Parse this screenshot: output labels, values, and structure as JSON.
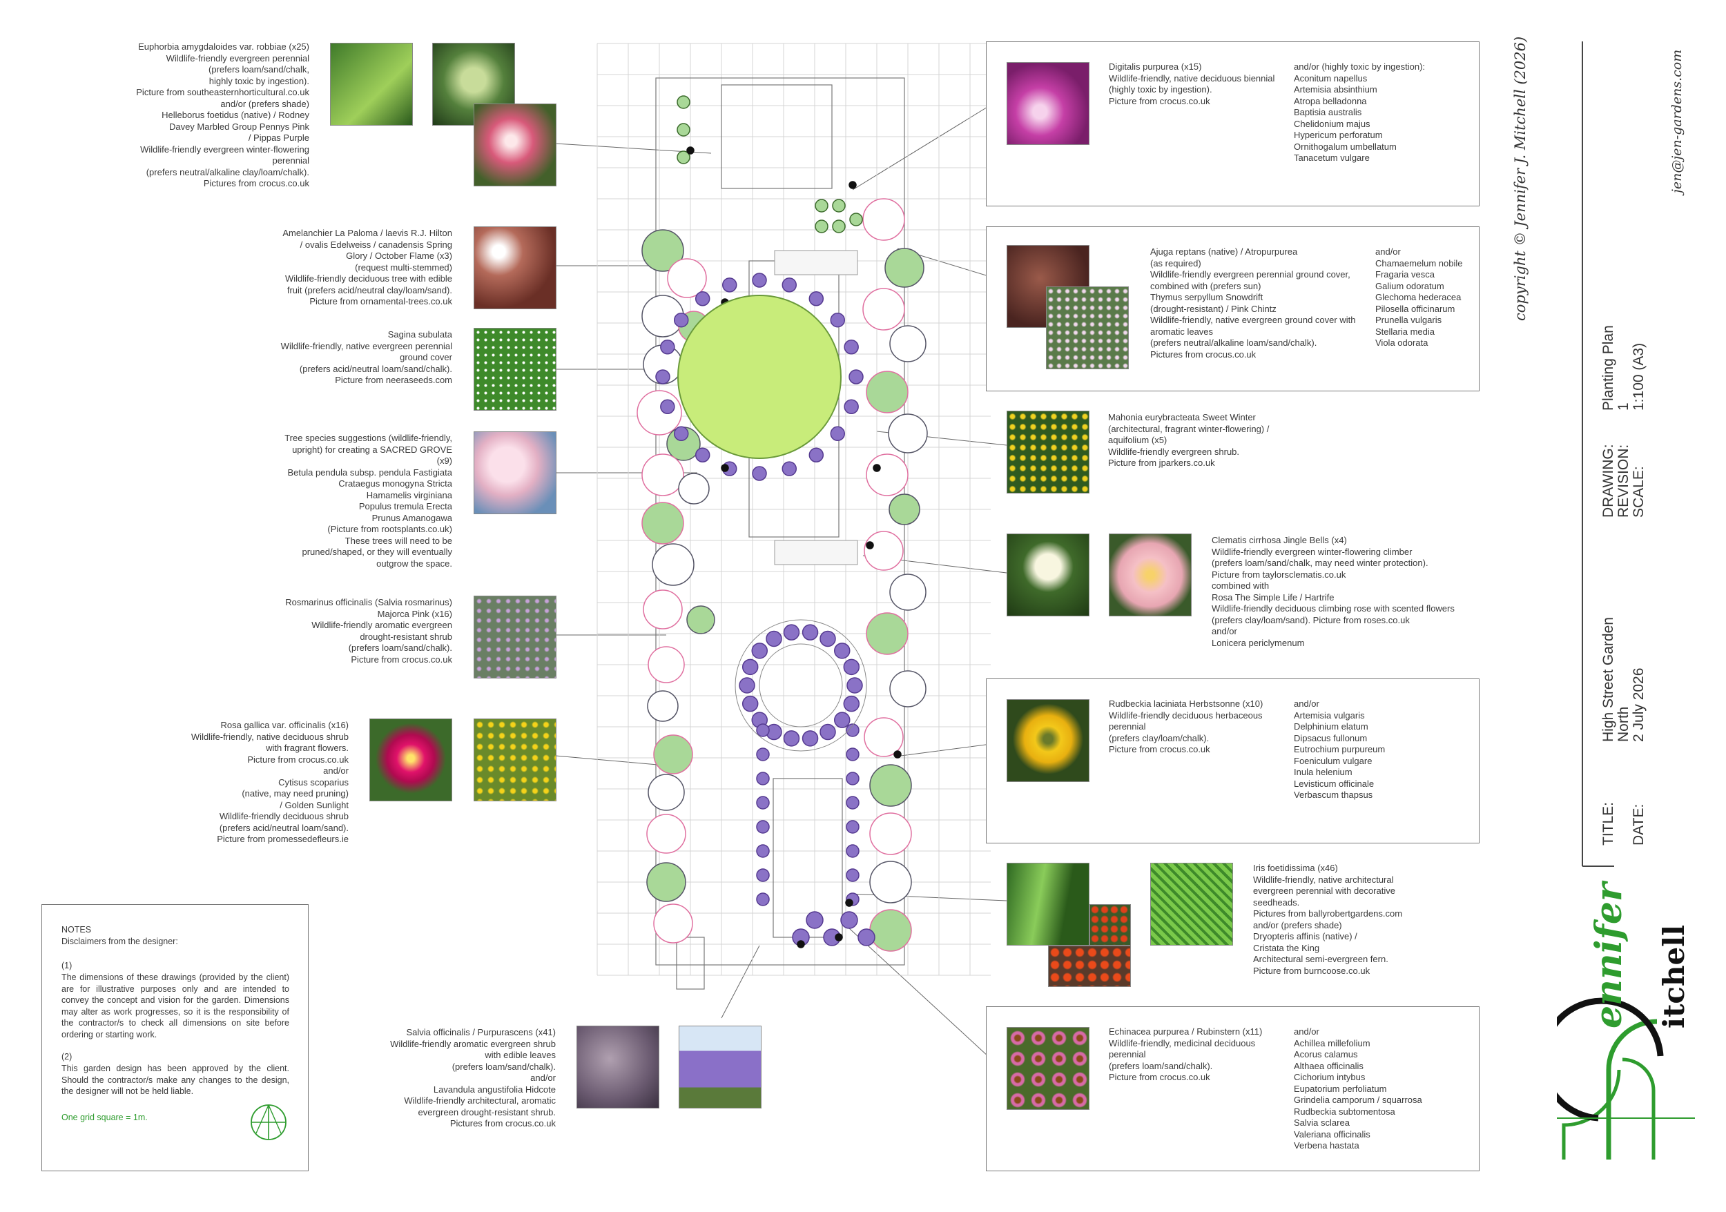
{
  "annotations": {
    "euphorbia": "Euphorbia amygdaloides var. robbiae (x25)\nWildlife-friendly evergreen perennial\n(prefers loam/sand/chalk,\nhighly toxic by ingestion).\nPicture from southeasternhorticultural.co.uk\nand/or (prefers shade)\nHelleborus foetidus (native) / Rodney\nDavey Marbled Group Pennys Pink\n/ Pippas Purple\nWildlife-friendly evergreen winter-flowering\nperennial\n(prefers neutral/alkaline clay/loam/chalk).\nPictures from crocus.co.uk",
    "amelanchier": "Amelanchier La Paloma / laevis R.J. Hilton\n/ ovalis Edelweiss / canadensis Spring\nGlory / October Flame (x3)\n(request multi-stemmed)\nWildlife-friendly deciduous tree with edible\nfruit (prefers acid/neutral clay/loam/sand).\nPicture from ornamental-trees.co.uk",
    "sagina": "Sagina subulata\nWildlife-friendly, native evergreen perennial\nground cover\n(prefers acid/neutral loam/sand/chalk).\nPicture from neeraseeds.com",
    "trees": "Tree species suggestions (wildlife-friendly,\nupright) for creating a SACRED GROVE\n(x9)\nBetula pendula subsp. pendula Fastigiata\nCrataegus monogyna Stricta\nHamamelis virginiana\nPopulus tremula Erecta\nPrunus Amanogawa\n(Picture from rootsplants.co.uk)\nThese trees will need to be\npruned/shaped, or they will eventually\noutgrow the space.",
    "rosmarinus": "Rosmarinus officinalis (Salvia rosmarinus)\nMajorca Pink (x16)\nWildlife-friendly aromatic evergreen\ndrought-resistant shrub\n(prefers loam/sand/chalk).\nPicture from crocus.co.uk",
    "rosa_gallica": "Rosa gallica var. officinalis (x16)\nWildlife-friendly, native deciduous shrub\nwith fragrant flowers.\nPicture from crocus.co.uk\nand/or\nCytisus scoparius\n(native, may need pruning)\n/ Golden Sunlight\nWildlife-friendly deciduous shrub\n(prefers acid/neutral loam/sand).\nPicture from promessedefleurs.ie",
    "salvia": "Salvia officinalis / Purpurascens (x41)\nWildlife-friendly aromatic evergreen shrub\nwith edible leaves\n(prefers loam/sand/chalk).\nand/or\nLavandula angustifolia Hidcote\nWildlife-friendly architectural, aromatic\nevergreen drought-resistant shrub.\nPictures from crocus.co.uk",
    "digitalis": "Digitalis purpurea (x15)\nWildlife-friendly, native deciduous biennial\n(highly toxic by ingestion).\nPicture from crocus.co.uk",
    "digitalis_alt": "and/or (highly toxic by ingestion):\nAconitum napellus\nArtemisia absinthium\nAtropa belladonna\nBaptisia australis\nChelidonium majus\nHypericum perforatum\nOrnithogalum umbellatum\nTanacetum vulgare",
    "ajuga": "Ajuga reptans (native) / Atropurpurea\n(as required)\nWildlife-friendly evergreen perennial ground cover,\ncombined with (prefers sun)\nThymus serpyllum Snowdrift\n(drought-resistant) / Pink Chintz\nWildlife-friendly, native evergreen ground cover with\naromatic leaves\n(prefers neutral/alkaline loam/sand/chalk).\nPictures from crocus.co.uk",
    "ajuga_alt": "and/or\nChamaemelum nobile\nFragaria vesca\nGalium odoratum\nGlechoma hederacea\nPilosella officinarum\nPrunella vulgaris\nStellaria media\nViola odorata",
    "mahonia": "Mahonia eurybracteata Sweet Winter\n(architectural, fragrant winter-flowering) /\naquifolium (x5)\nWildlife-friendly evergreen shrub.\nPicture from jparkers.co.uk",
    "clematis": "Clematis cirrhosa Jingle Bells (x4)\nWildlife-friendly evergreen winter-flowering climber\n(prefers loam/sand/chalk, may need winter protection).\nPicture from taylorsclematis.co.uk\ncombined with\nRosa The Simple Life / Hartrife\nWildlife-friendly deciduous climbing rose with scented flowers\n(prefers clay/loam/sand). Picture from roses.co.uk\nand/or\nLonicera periclymenum",
    "rudbeckia": "Rudbeckia laciniata Herbstsonne (x10)\nWildlife-friendly deciduous herbaceous\nperennial\n(prefers clay/loam/chalk).\nPicture from crocus.co.uk",
    "rudbeckia_alt": "and/or\nArtemisia vulgaris\nDelphinium elatum\nDipsacus fullonum\nEutrochium purpureum\nFoeniculum vulgare\nInula helenium\nLevisticum officinale\nVerbascum thapsus",
    "iris": "Iris foetidissima (x46)\nWildlife-friendly, native architectural\nevergreen perennial with decorative\nseedheads.\nPictures from ballyrobertgardens.com\nand/or (prefers shade)\nDryopteris affinis (native) /\nCristata the King\nArchitectural semi-evergreen fern.\nPicture from burncoose.co.uk",
    "echinacea": "Echinacea purpurea / Rubinstern (x11)\nWildlife-friendly, medicinal deciduous\nperennial\n(prefers loam/sand/chalk).\nPicture from crocus.co.uk",
    "echinacea_alt": "and/or\nAchillea millefolium\nAcorus calamus\nAlthaea officinalis\nCichorium intybus\nEupatorium perfoliatum\nGrindelia camporum / squarrosa\nRudbeckia subtomentosa\nSalvia sclarea\nValeriana officinalis\nVerbena hastata"
  },
  "notes": {
    "heading": "NOTES",
    "subheading": "Disclaimers from the designer:",
    "item1_num": "(1)",
    "item1": "The dimensions of these drawings (provided by the client) are for illustrative purposes only and are intended to convey the concept and vision for the garden. Dimensions may alter as work progresses, so it is the responsibility of the contractor/s to check all dimensions on site before ordering or starting work.",
    "item2_num": "(2)",
    "item2": "This garden design has been approved by the client. Should the contractor/s make any changes to the design, the designer will not be held liable.",
    "scale_note": "One grid square = 1m."
  },
  "title_block": {
    "drawing_label": "DRAWING:",
    "drawing_value": "Planting Plan",
    "revision_label": "REVISION:",
    "revision_value": "1",
    "scale_label": "SCALE:",
    "scale_value": "1:100 (A3)",
    "title_label": "TITLE:",
    "title_line1": "High Street Garden",
    "title_line2": "North",
    "date_label": "DATE:",
    "date_value": "2 July 2026",
    "copyright": "copyright © Jennifer J. Mitchell (2026)",
    "website": "jen@jen-gardens.com",
    "logo_word1": "ennifer",
    "logo_word2": "itchell"
  },
  "colors": {
    "lawn": "#c8ec7a",
    "purple": "#8a72c6",
    "green_shrub": "#a9d898",
    "pink": "#e070a0",
    "accent_green": "#2e9c2e"
  }
}
